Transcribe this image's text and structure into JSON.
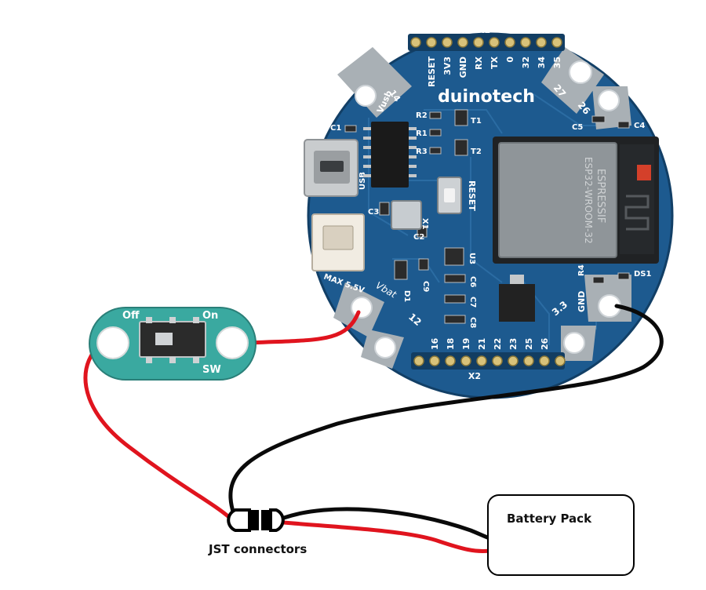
{
  "board": {
    "brand": "duinotech",
    "header_top_label": "X1",
    "header_bottom_label": "X2",
    "top_pins": [
      "RESET",
      "3V3",
      "GND",
      "RX",
      "TX",
      "0",
      "32",
      "34",
      "35"
    ],
    "bottom_pins": [
      "16",
      "18",
      "19",
      "21",
      "22",
      "23",
      "25",
      "26"
    ],
    "pad_labels": {
      "pin14": "14",
      "vusb": "Vusb",
      "pin27": "27",
      "pin26": "26",
      "pin12": "12",
      "pin33": "3.3",
      "gnd": "GND",
      "vbat": "Vbat"
    },
    "components": {
      "c1": "C1",
      "r2": "R2",
      "r1": "R1",
      "r3": "R3",
      "t1": "T1",
      "t2": "T2",
      "c5": "C5",
      "c4": "C4",
      "usb": "USB",
      "c3": "C3",
      "x1": "X1",
      "reset": "RESET",
      "c2": "C2",
      "u3": "U3",
      "c6": "C6",
      "c7": "C7",
      "c8": "C8",
      "c9": "C9",
      "d1": "D1",
      "r4": "R4",
      "ds1": "DS1",
      "max": "MAX 5.5V"
    },
    "module": {
      "line1": "ESPRESSIF",
      "line2": "ESP32-WROOM-32"
    }
  },
  "switch": {
    "off_label": "Off",
    "on_label": "On",
    "sw_label": "SW"
  },
  "labels": {
    "battery_pack": "Battery Pack",
    "jst_connectors": "JST connectors"
  },
  "colors": {
    "pcb_blue": "#1d5a8f",
    "switch_teal": "#3aa9a0",
    "wire_red": "#e0141e",
    "wire_black": "#0a0a0a"
  }
}
